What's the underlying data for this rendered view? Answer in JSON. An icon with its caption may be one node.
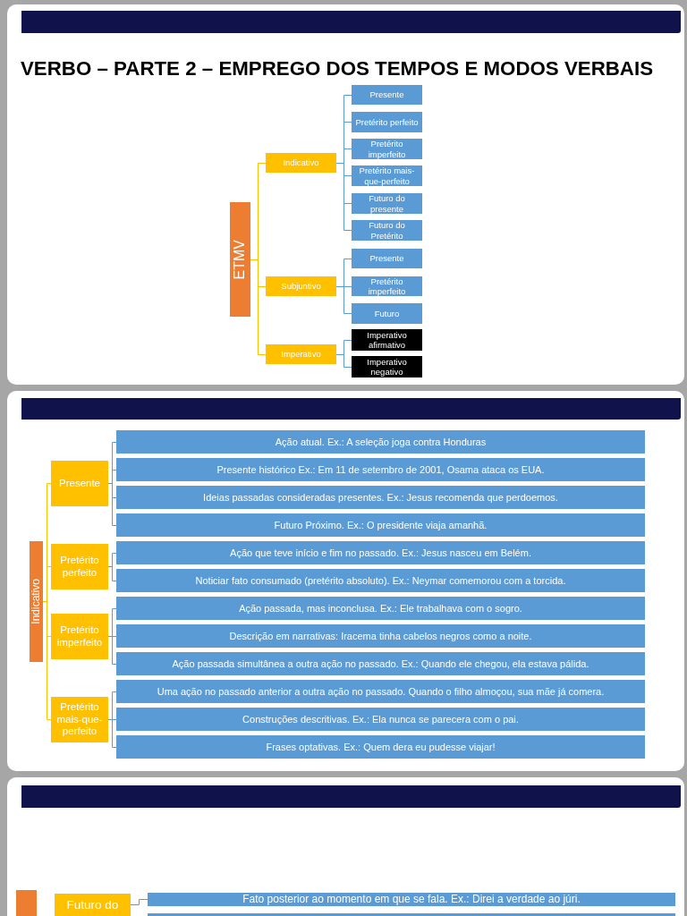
{
  "diagram": {
    "title": "VERBO – PARTE 2 – EMPREGO DOS TEMPOS E MODOS VERBAIS",
    "nodes": [
      {
        "text": [
          "ETMV"
        ]
      },
      {
        "text": [
          "Indicativo"
        ]
      },
      {
        "text": [
          "Presente"
        ]
      },
      {
        "text": [
          "Pretérito perfeito"
        ]
      },
      {
        "text": [
          "Pretérito imperfeito"
        ]
      },
      {
        "text": [
          "Pretérito mais-que-perfeito"
        ]
      },
      {
        "text": [
          "Futuro do presente"
        ]
      },
      {
        "text": [
          "Futuro do Pretérito"
        ]
      },
      {
        "text": [
          "Subjuntivo"
        ]
      },
      {
        "text": [
          "Presente"
        ]
      },
      {
        "text": [
          "Pretérito imperfeito"
        ]
      },
      {
        "text": [
          "Futuro"
        ]
      },
      {
        "text": [
          "Imperativo"
        ]
      },
      {
        "text": [
          "Imperativo afirmativo"
        ]
      },
      {
        "text": [
          "Imperativo negativo"
        ]
      },
      {
        "text": [
          "Indicativo"
        ]
      },
      {
        "text": [
          "Presente"
        ]
      },
      {
        "text": [
          "Ação atual. Ex.: A seleção joga contra Honduras"
        ]
      },
      {
        "text": [
          "Presente histórico Ex.: Em 11 de setembro de 2001, Osama ataca os EUA."
        ]
      },
      {
        "text": [
          "Ideias passadas consideradas presentes. Ex.: Jesus recomenda que perdoemos."
        ]
      },
      {
        "text": [
          "Futuro Próximo. Ex.: O presidente viaja amanhã."
        ]
      },
      {
        "text": [
          "Pretérito perfeito"
        ]
      },
      {
        "text": [
          "Ação que teve início e fim no passado. Ex.: Jesus nasceu em Belém."
        ]
      },
      {
        "text": [
          "Noticiar fato consumado (pretérito absoluto). Ex.: Neymar comemorou com a torcida."
        ]
      },
      {
        "text": [
          "Pretérito imperfeito"
        ]
      },
      {
        "text": [
          "Ação passada, mas inconclusa. Ex.: Ele trabalhava com o sogro."
        ]
      },
      {
        "text": [
          "Descrição em narrativas: Iracema tinha cabelos negros como a noite."
        ]
      },
      {
        "text": [
          "Ação passada simultânea a outra ação no passado. Ex.: Quando ele chegou, ela estava pálida."
        ]
      },
      {
        "text": [
          "Pretérito mais-que-perfeito"
        ]
      },
      {
        "text": [
          "Uma ação no passado anterior a outra ação no passado. Quando o filho almoçou, sua mãe já comera."
        ]
      },
      {
        "text": [
          "Construções descritivas. Ex.: Ela nunca se parecera com o pai."
        ]
      },
      {
        "text": [
          "Frases optativas. Ex.: Quem dera eu pudesse viajar!"
        ]
      },
      {
        "text": [],
        "shape": "box"
      },
      {
        "text": [
          "Futuro do"
        ]
      },
      {
        "text": [
          "Fato posterior ao momento em que se fala. Ex.: Direi a verdade ao júri."
        ]
      },
      {
        "text": [],
        "shape": "box"
      }
    ],
    "edges": [
      {
        "from": 0,
        "to": 1,
        "arrow": "none",
        "color": "#ffc000"
      },
      {
        "from": 0,
        "to": 8,
        "arrow": "none",
        "color": "#ffc000"
      },
      {
        "from": 0,
        "to": 12,
        "arrow": "none",
        "color": "#ffc000"
      },
      {
        "from": 1,
        "to": 2,
        "arrow": "none"
      },
      {
        "from": 1,
        "to": 3,
        "arrow": "none"
      },
      {
        "from": 1,
        "to": 4,
        "arrow": "none"
      },
      {
        "from": 1,
        "to": 5,
        "arrow": "none"
      },
      {
        "from": 1,
        "to": 6,
        "arrow": "none"
      },
      {
        "from": 1,
        "to": 7,
        "arrow": "none"
      },
      {
        "from": 8,
        "to": 9,
        "arrow": "none"
      },
      {
        "from": 8,
        "to": 10,
        "arrow": "none"
      },
      {
        "from": 8,
        "to": 11,
        "arrow": "none"
      },
      {
        "from": 12,
        "to": 13,
        "arrow": "none"
      },
      {
        "from": 12,
        "to": 14,
        "arrow": "none"
      },
      {
        "from": 15,
        "to": 16,
        "arrow": "none",
        "color": "#ffc000"
      },
      {
        "from": 15,
        "to": 21,
        "arrow": "none",
        "color": "#ffc000"
      },
      {
        "from": 15,
        "to": 24,
        "arrow": "none",
        "color": "#ffc000"
      },
      {
        "from": 15,
        "to": 28,
        "arrow": "none",
        "color": "#ffc000"
      },
      {
        "from": 16,
        "to": 17,
        "arrow": "none"
      },
      {
        "from": 16,
        "to": 18,
        "arrow": "none"
      },
      {
        "from": 16,
        "to": 19,
        "arrow": "none"
      },
      {
        "from": 16,
        "to": 20,
        "arrow": "none"
      },
      {
        "from": 21,
        "to": 22,
        "arrow": "none"
      },
      {
        "from": 21,
        "to": 23,
        "arrow": "none"
      },
      {
        "from": 24,
        "to": 25,
        "arrow": "none"
      },
      {
        "from": 24,
        "to": 26,
        "arrow": "none"
      },
      {
        "from": 24,
        "to": 27,
        "arrow": "none"
      },
      {
        "from": 28,
        "to": 29,
        "arrow": "none"
      },
      {
        "from": 28,
        "to": 30,
        "arrow": "none"
      },
      {
        "from": 28,
        "to": 31,
        "arrow": "none"
      },
      {
        "from": 33,
        "to": 34,
        "arrow": "none"
      }
    ]
  }
}
